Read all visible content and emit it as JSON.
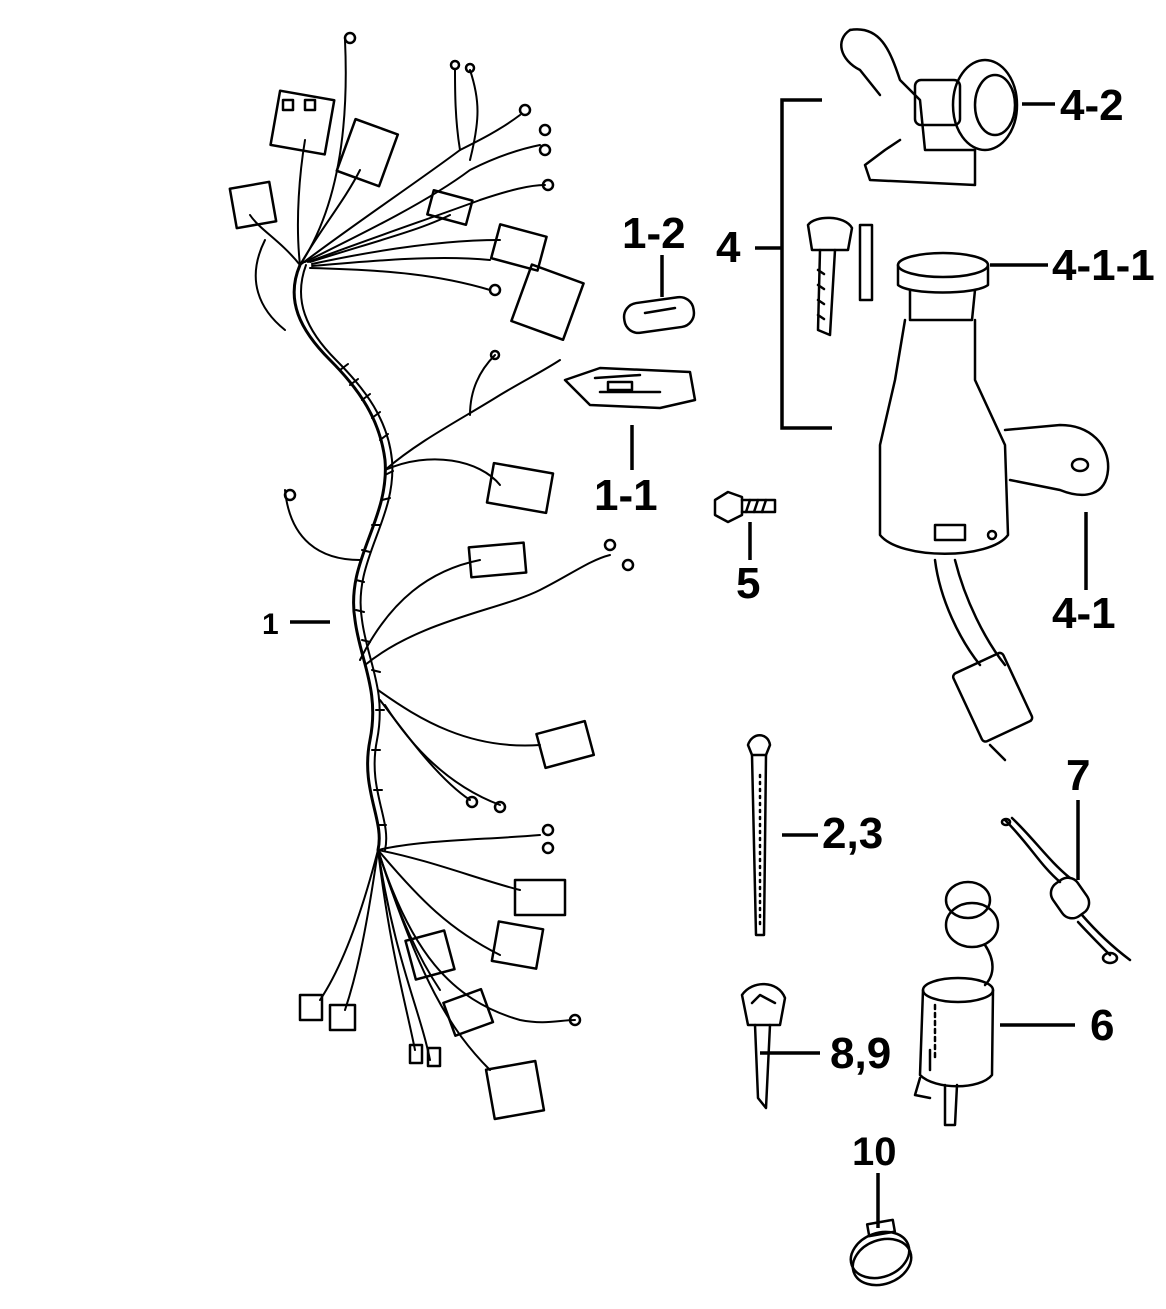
{
  "labels": {
    "p1": "1",
    "p1_1": "1-1",
    "p1_2": "1-2",
    "p2_3": "2,3",
    "p4": "4",
    "p4_1": "4-1",
    "p4_1_1": "4-1-1",
    "p4_2": "4-2",
    "p5": "5",
    "p6": "6",
    "p7": "7",
    "p8_9": "8,9",
    "p10": "10"
  }
}
